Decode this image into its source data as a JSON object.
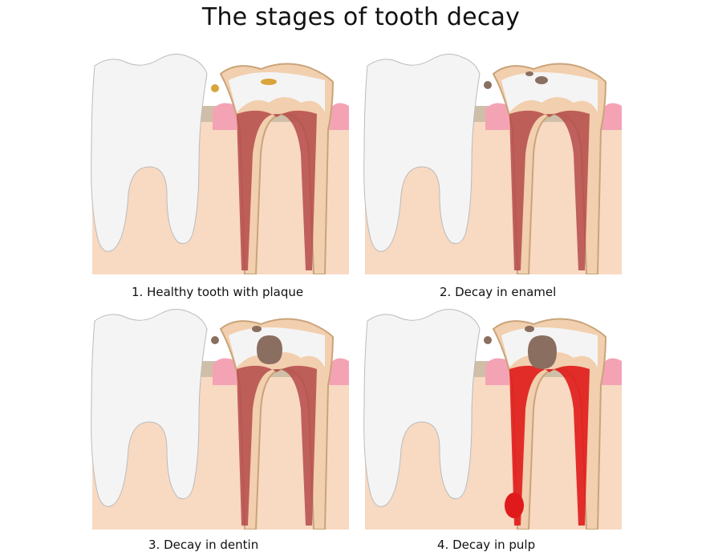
{
  "title": "The stages of tooth decay",
  "panels": [
    {
      "caption": "1. Healthy tooth with plaque",
      "stage": "plaque"
    },
    {
      "caption": "2. Decay in enamel",
      "stage": "enamel"
    },
    {
      "caption": "3. Decay in dentin",
      "stage": "dentin"
    },
    {
      "caption": "4. Decay in pulp",
      "stage": "pulp"
    }
  ],
  "colors": {
    "enamel": "#f4f4f4",
    "gum": "#f4a3b4",
    "bone": "#f8d9c2",
    "bone_border": "#cfbfa8",
    "dentin": "#f2cfae",
    "pulp": "#b54a4a",
    "pulp_inflamed": "#e01a1a",
    "plaque": "#d9a43a",
    "cavity": "#8a6e60"
  }
}
